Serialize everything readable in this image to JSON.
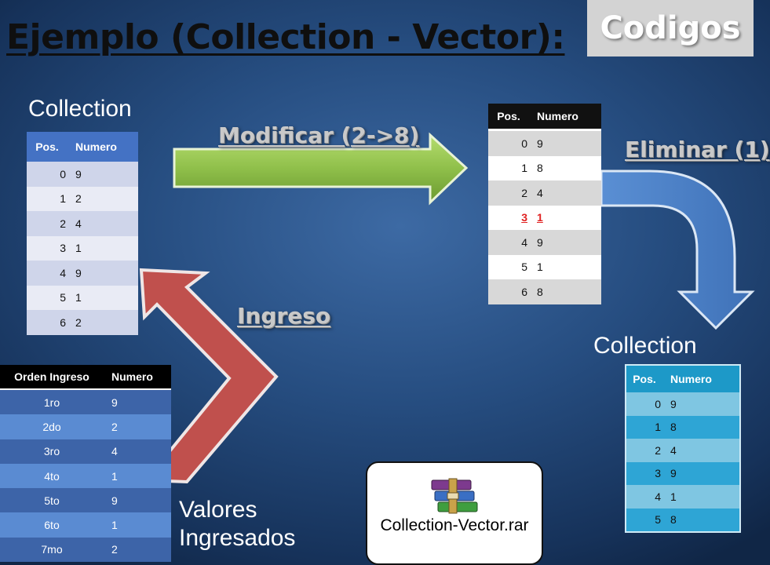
{
  "title": "Ejemplo (Collection - Vector):",
  "codigos_tab": "Codigos",
  "labels": {
    "collection_left": "Collection",
    "collection_right": "Collection",
    "valores_line1": "Valores",
    "valores_line2": "Ingresados"
  },
  "arrows": {
    "modificar": "Modificar (2->8)",
    "eliminar": "Eliminar (1)",
    "ingreso": "Ingreso"
  },
  "colors": {
    "green_arrow": "#8fbf4a",
    "blue_arrow": "#4a7fc1",
    "red_arrow": "#c0504d",
    "highlight_red": "#e02020"
  },
  "table_original": {
    "headers": [
      "Pos.",
      "Numero"
    ],
    "rows": [
      [
        "0",
        "9"
      ],
      [
        "1",
        "2"
      ],
      [
        "2",
        "4"
      ],
      [
        "3",
        "1"
      ],
      [
        "4",
        "9"
      ],
      [
        "5",
        "1"
      ],
      [
        "6",
        "2"
      ]
    ]
  },
  "table_modified": {
    "headers": [
      "Pos.",
      "Numero"
    ],
    "rows": [
      [
        "0",
        "9"
      ],
      [
        "1",
        "8"
      ],
      [
        "2",
        "4"
      ],
      [
        "3",
        "1"
      ],
      [
        "4",
        "9"
      ],
      [
        "5",
        "1"
      ],
      [
        "6",
        "8"
      ]
    ],
    "highlight_row": 3
  },
  "table_ingreso": {
    "headers": [
      "Orden Ingreso",
      "Numero"
    ],
    "rows": [
      [
        "1ro",
        "9"
      ],
      [
        "2do",
        "2"
      ],
      [
        "3ro",
        "4"
      ],
      [
        "4to",
        "1"
      ],
      [
        "5to",
        "9"
      ],
      [
        "6to",
        "1"
      ],
      [
        "7mo",
        "2"
      ]
    ]
  },
  "table_final": {
    "headers": [
      "Pos.",
      "Numero"
    ],
    "rows": [
      [
        "0",
        "9"
      ],
      [
        "1",
        "8"
      ],
      [
        "2",
        "4"
      ],
      [
        "3",
        "9"
      ],
      [
        "4",
        "1"
      ],
      [
        "5",
        "8"
      ]
    ]
  },
  "file": {
    "name": "Collection-Vector.rar",
    "icon": "winrar-archive-icon"
  }
}
